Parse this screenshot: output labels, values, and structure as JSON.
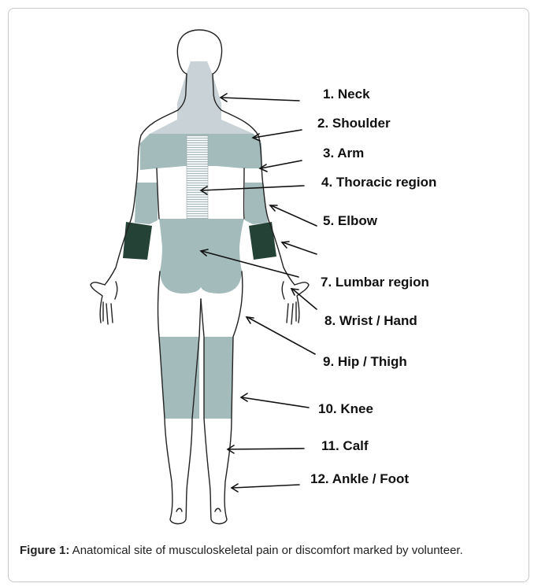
{
  "figure": {
    "labels": [
      {
        "id": "neck",
        "text": "1. Neck"
      },
      {
        "id": "shoulder",
        "text": "2. Shoulder"
      },
      {
        "id": "arm",
        "text": "3. Arm"
      },
      {
        "id": "thoracic",
        "text": "4. Thoracic region"
      },
      {
        "id": "elbow",
        "text": "5. Elbow"
      },
      {
        "id": "lumbar",
        "text": "7. Lumbar region"
      },
      {
        "id": "wrist",
        "text": "8. Wrist / Hand"
      },
      {
        "id": "hip",
        "text": "9. Hip / Thigh"
      },
      {
        "id": "knee",
        "text": "10. Knee"
      },
      {
        "id": "calf",
        "text": "11. Calf"
      },
      {
        "id": "ankle",
        "text": "12. Ankle / Foot"
      }
    ],
    "caption_label": "Figure 1:",
    "caption_text": " Anatomical site of musculoskeletal pain or discomfort marked by volunteer."
  },
  "colors": {
    "neck_fill": "#c9d3d7",
    "region_fill": "#a3bbbb",
    "forearm_fill": "#244236",
    "outline": "#222222"
  }
}
